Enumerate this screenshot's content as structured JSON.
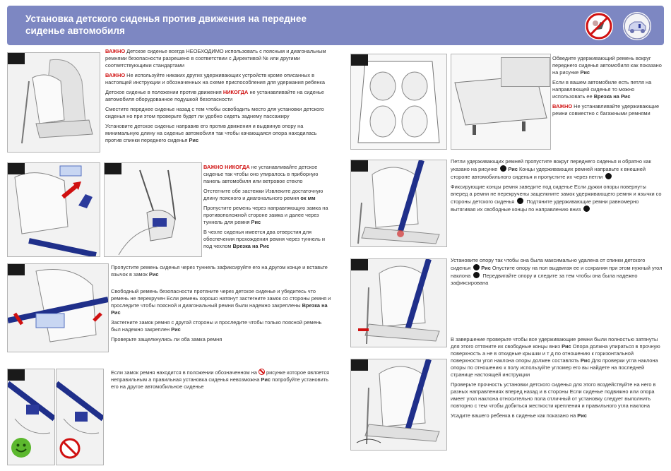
{
  "header": {
    "title_line1": "Установка детского сиденья  против движения  на переднее",
    "title_line2": "сиденье автомобиля",
    "icons": [
      "no-airbag-icon",
      "car-seat-icon"
    ]
  },
  "colors": {
    "header_bg": "#7d87c2",
    "warning": "#d01010",
    "strap": "#1f2f8a",
    "ok": "#5cb82e"
  },
  "left": {
    "step1": {
      "p1_warn": "ВАЖНО",
      "p1": "Детское сиденье всегда НЕОБХОДИМО использовать с поясным и диагональным ремнями безопасности  разрешено в соответствии с Директивой №             или другими соответствующими стандартами",
      "p2_warn": "ВАЖНО",
      "p2": "Не используйте никаких других удерживающих устройств кроме описанных в настоящей инструкции и обозначенных на схеме приспособления для удержания ребенка",
      "p3_pre": "Детское сиденье в положении против движения",
      "p3_warn": "НИКОГДА",
      "p3_post": "не устанавливайте на сиденье автомобиля  оборудованное подушкой безопасности",
      "p4": "Сместите переднее сиденье назад с тем  чтобы освободить место для установки детского сиденья  но при этом проверьте  будет ли удобно сидеть заднему пассажиру",
      "p5": "Установите детское сиденье  направив его против движения и выдвинув опору на минимальную длину на сиденье автомобиля так  чтобы качающаяся опора находилась против спинки переднего сиденья",
      "p5_ref": "Рис"
    },
    "step2": {
      "p1_warn": "ВАЖНО",
      "p1_mid": "НИКОГДА",
      "p1": "не устанавливайте детское сиденье так  чтобы оно упиралось в приборную панель автомобиля или ветровое стекло",
      "p2_pre": "Отстегните обе застежки  Извлеките достаточную длину поясного и диагонального ремня",
      "p2_ok": "ок",
      "p2_mm": "мм",
      "p3": "Пропустите ремень через направляющую замка на противоположной стороне замка и далее через туннель для ремня",
      "p3_ref": "Рис",
      "p4": "В чехле сиденья имеется два отверстия для обеспечения прохождения ремня через туннель и под чехлом",
      "p4_ref": "Врезка на Рис"
    },
    "step3": {
      "p1": "Пропустите ремень сиденья через туннель  зафиксируйте его на другом конце и вставьте язычок в замок",
      "p1_ref": "Рис",
      "p2": "Свободный ремень безопасности протяните через детское сиденье и убедитесь  что ремень не перекручен  Если ремень хорошо натянут застегните замок со стороны ремня и проследите  чтобы поясной и диагональный ремни были надежно закреплены",
      "p2_ref": "Врезка на Рис",
      "p3": "Застегните замок ремня с другой стороны и проследите  чтобы только поясной ремень был надежно закреплен",
      "p3_ref": "Рис",
      "p4": "Проверьте  защелкнулись ли оба замка ремня"
    },
    "step4": {
      "p1_pre": "Если замок ремня находится в положении  обозначенном на",
      "p1_post": "рисунке которое является неправильным  а правильная установка сиденья невозможна",
      "p1_ref": "Рис",
      "p1_end": "попробуйте установить его на другое автомобильное сиденье"
    }
  },
  "right": {
    "step5": {
      "p1": "Обведите удерживающий ремень вокруг переднего сиденья автомобиля как показано на рисунке",
      "p1_ref": "Рис",
      "p2": "Если в вашем автомобиле есть петля на направляющей сиденья  то можно использовать ее",
      "p2_ref": "Врезка на Рис",
      "p3_warn": "ВАЖНО",
      "p3": "Не устанавливайте удерживающие ремни совместно с багажными ремнями"
    },
    "step6": {
      "p1": "Петли удерживающих ремней пропустите вокруг переднего сиденья и обратно  как указано на рисунке",
      "p1_ref": "Рис",
      "p1_post": "Концы удерживающих ремней направьте к внешней стороне автомобильного сиденья и пропустите их через петли",
      "p2": "Фиксирующие концы ремня заведите под сиденье  Если дужки опоры повернуты вперед  а ремни не перекручены  защелкните замок удерживающего ремня и язычки со стороны детского сиденья",
      "p2_post": "Подтяните удерживающие ремни  равномерно вытягивая их свободные концы по направлению вниз"
    },
    "step7": {
      "p1": "Установите опору так  чтобы она была максимально удалена от спинки детского сиденья",
      "p1_ref": "Рис",
      "p1_mid": "Опустите опору на пол  выдвигая ее и сохраняя при этом нужный угол наклона",
      "p1_post": "Передвигайте опору и следите за тем  чтобы она была надежно зафиксирована"
    },
    "step8": {
      "p1": "В завершение проверьте  чтобы все удерживающие ремни были полностью затянуты  для этого оттяните их свободные концы вниз",
      "p1_ref": "Рис",
      "p1_post": "Опора должна упираться в прочную поверхность  а не в откидные крышки и т  д   по отношению к горизонтальной поверхности угол наклона опоры должен составлять",
      "p1_ref2": "Рис",
      "p1_end": "Для проверки угла наклона опоры по отношению к полу используйте угломер  его вы найдете на последней странице настоящей инструкции",
      "p2": "Проверьте прочность установки детского сиденья  для этого воздействуйте на него в разных направлениях   вперед  назад и в стороны  Если сиденье подвижно  или опора имеет угол наклона относительно пола  отличный от          установку следует выполнить повторно с тем  чтобы добиться жесткости крепления и правильного угла наклона",
      "p3": "Усадите вашего ребенка в сиденье  как показано на",
      "p3_ref": "Рис"
    }
  }
}
